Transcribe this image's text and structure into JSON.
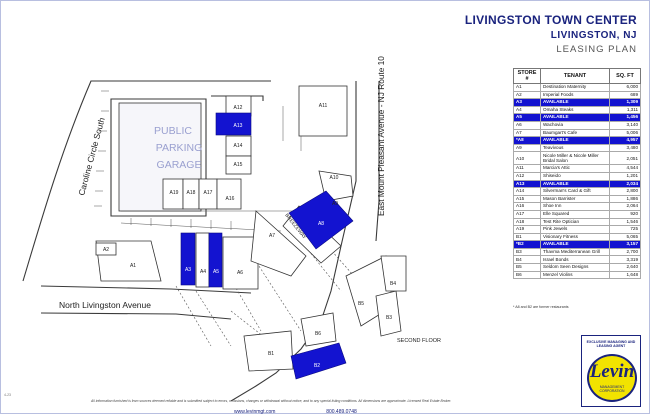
{
  "header": {
    "title": "LIVINGSTON TOWN CENTER",
    "location": "LIVINGSTON, NJ",
    "subtitle": "LEASING PLAN"
  },
  "colors": {
    "available": "#1313d0",
    "header_text": "#1a237e",
    "line": "#3a3a3a",
    "logo_yellow": "#f2e300"
  },
  "map": {
    "streets": {
      "caroline": "Caroline Circle South",
      "route10": "East Mount Pleasant Avenue - NJ Route 10",
      "north_livingston": "North Livingston Avenue"
    },
    "garage": [
      "PUBLIC",
      "PARKING",
      "GARAGE"
    ],
    "breezeway": "BREEZEWAY",
    "second_floor": "SECOND FLOOR",
    "labels": {
      "A1": "A1",
      "A2": "A2",
      "A3": "A3",
      "A4": "A4",
      "A5": "A5",
      "A6": "A6",
      "A7": "A7",
      "A8": "A8",
      "A10": "A10",
      "A11": "A11",
      "A12": "A12",
      "A13": "A13",
      "A14": "A14",
      "A15": "A15",
      "A16": "A16",
      "A17": "A17",
      "A18": "A18",
      "A19": "A19",
      "B1": "B1",
      "B2": "B2",
      "B3": "B3",
      "B4": "B4",
      "B5": "B5",
      "B6": "B6"
    }
  },
  "table": {
    "headers": [
      "STORE #",
      "TENANT",
      "SQ. FT"
    ],
    "rows": [
      {
        "store": "A1",
        "tenant": "Destination Maternity",
        "sqft": "6,000",
        "available": false
      },
      {
        "store": "A2",
        "tenant": "Imperial Foods",
        "sqft": "689",
        "available": false
      },
      {
        "store": "A3",
        "tenant": "AVAILABLE",
        "sqft": "1,309",
        "available": true
      },
      {
        "store": "A4",
        "tenant": "Omaha Steaks",
        "sqft": "1,311",
        "available": false
      },
      {
        "store": "A5",
        "tenant": "AVAILABLE",
        "sqft": "1,456",
        "available": true
      },
      {
        "store": "A6",
        "tenant": "Wachovia",
        "sqft": "3,140",
        "available": false
      },
      {
        "store": "A7",
        "tenant": "Baumgart's Cafe",
        "sqft": "5,006",
        "available": false
      },
      {
        "store": "*A8",
        "tenant": "AVAILABLE",
        "sqft": "4,957",
        "available": true
      },
      {
        "store": "A9",
        "tenant": "Teavivous",
        "sqft": "3,480",
        "available": false
      },
      {
        "store": "A10",
        "tenant": "Nicole Miller & Nicole Miller Bridal Salon",
        "sqft": "2,051",
        "available": false
      },
      {
        "store": "A11",
        "tenant": "Marcia's Attic",
        "sqft": "4,544",
        "available": false
      },
      {
        "store": "A12",
        "tenant": "Shiseido",
        "sqft": "1,201",
        "available": false
      },
      {
        "store": "A13",
        "tenant": "AVAILABLE",
        "sqft": "2,034",
        "available": true
      },
      {
        "store": "A14",
        "tenant": "Silverman's Card & Gift",
        "sqft": "2,800",
        "available": false
      },
      {
        "store": "A15",
        "tenant": "Mason Barrister",
        "sqft": "1,886",
        "available": false
      },
      {
        "store": "A16",
        "tenant": "Shoe Inn",
        "sqft": "2,064",
        "available": false
      },
      {
        "store": "A17",
        "tenant": "Elle Squared",
        "sqft": "920",
        "available": false
      },
      {
        "store": "A18",
        "tenant": "Test Rite Optician",
        "sqft": "1,546",
        "available": false
      },
      {
        "store": "A19",
        "tenant": "Pink Jewels",
        "sqft": "725",
        "available": false
      },
      {
        "store": "B1",
        "tenant": "Visionary Fitness",
        "sqft": "5,065",
        "available": false
      },
      {
        "store": "*B2",
        "tenant": "AVAILABLE",
        "sqft": "3,157",
        "available": true
      },
      {
        "store": "B3",
        "tenant": "Thavma Mediterranean Grill",
        "sqft": "2,700",
        "available": false
      },
      {
        "store": "B4",
        "tenant": "Israel Bonds",
        "sqft": "3,319",
        "available": false
      },
      {
        "store": "B5",
        "tenant": "Seldom Seen Designs",
        "sqft": "2,640",
        "available": false
      },
      {
        "store": "B6",
        "tenant": "Menzel Violins",
        "sqft": "1,648",
        "available": false
      }
    ],
    "footnote": "* A8 and B2 are former restaurants"
  },
  "footer": {
    "disclaimer": "All information furnished is from sources deemed reliable and is submitted subject to errors, omissions, changes or withdrawal without notice, and to any special listing conditions. All dimensions are approximate. Licensed Real Estate Broker.",
    "website": "www.levinmgt.com",
    "phone": "800.489.0748",
    "margin_code": "4-23"
  },
  "logo": {
    "caption": "EXCLUSIVE MANAGING AND LEASING AGENT",
    "name": "Levin",
    "sub": "MANAGEMENT CORPORATION"
  }
}
